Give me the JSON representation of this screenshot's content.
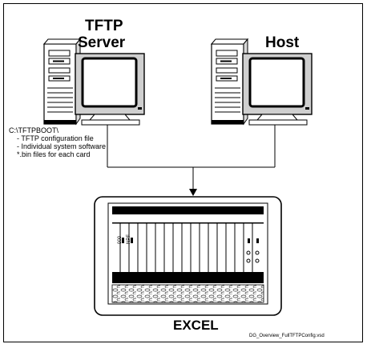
{
  "tftp_label_line1": "TFTP",
  "tftp_label_line2": "Server",
  "host_label": "Host",
  "path_text": "C:\\TFTPBOOT\\",
  "notes": [
    "-   TFTP configuration file",
    "-   Individual system software",
    "     *.bin files for each card"
  ],
  "chassis_label": "EXCEL",
  "filename": "DG_Overview_FullTFTPConfig.vsd",
  "slot_marks": [
    "000",
    "NPF"
  ]
}
